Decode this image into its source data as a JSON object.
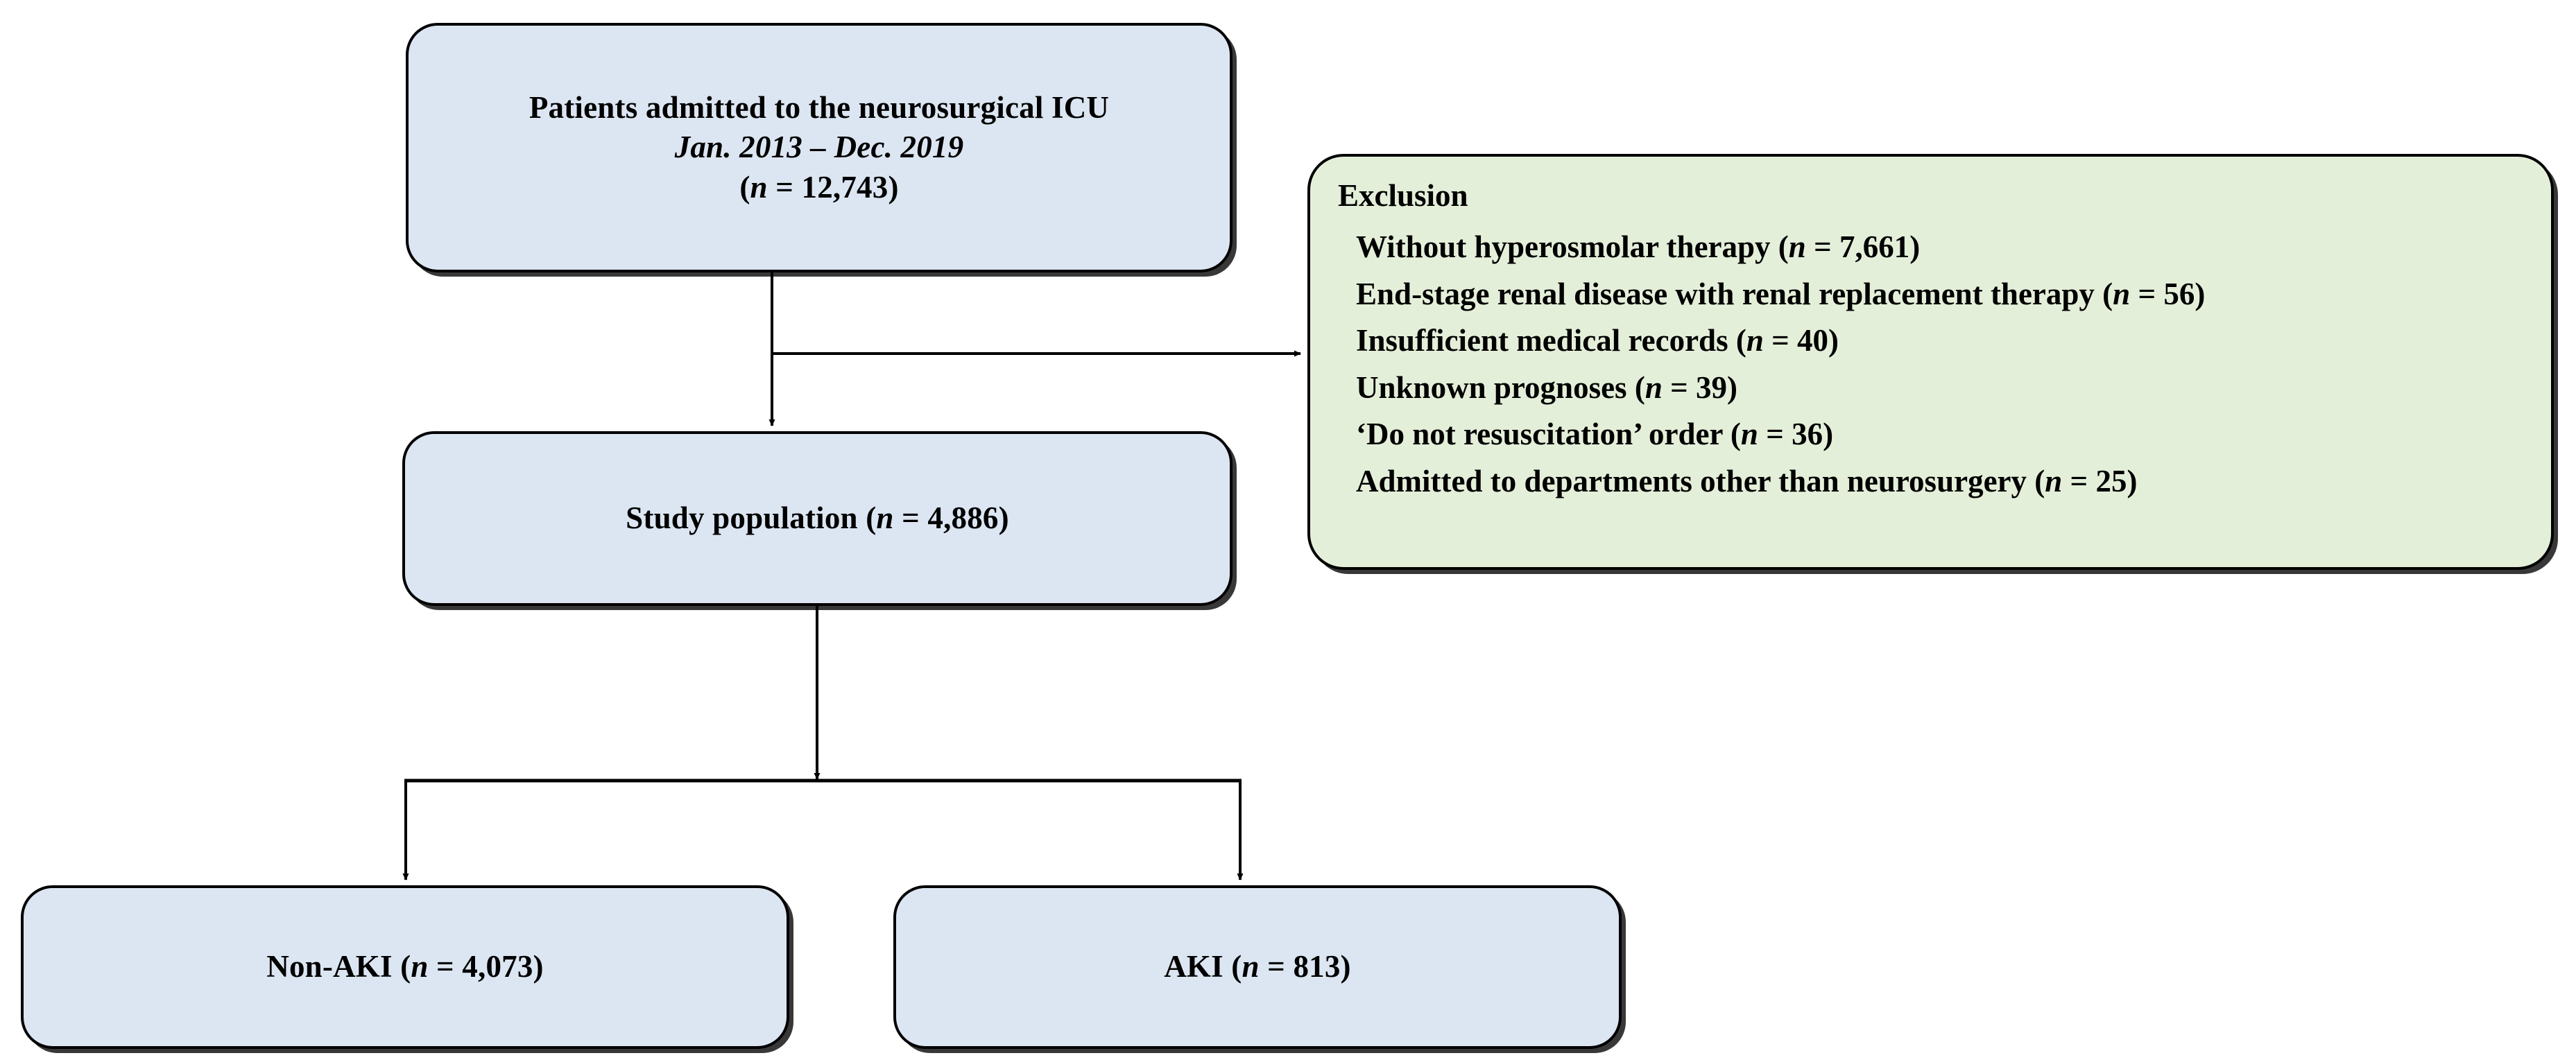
{
  "figure": {
    "type": "study-flow-diagram",
    "colors": {
      "node_fill_blue": "#dce6f2",
      "node_fill_green": "#e4efd9",
      "node_border": "#000000",
      "text": "#000000",
      "background": "#ffffff"
    }
  },
  "nodes": {
    "enrolled": {
      "line1": "Patients admitted to the neurosurgical ICU",
      "line2": "Jan. 2013 – Dec. 2019",
      "line3_prefix": "(",
      "line3_n": "n",
      "line3_value": " = 12,743)"
    },
    "study_population": {
      "label_prefix": "Study population (",
      "label_n": "n",
      "label_value": " = 4,886)"
    },
    "non_aki": {
      "label_prefix": "Non-AKI (",
      "label_n": "n",
      "label_value": " = 4,073)"
    },
    "aki": {
      "label_prefix": "AKI (",
      "label_n": "n",
      "label_value": " = 813)"
    }
  },
  "exclusion": {
    "title": "Exclusion",
    "items": [
      {
        "text": "Without hyperosmolar therapy (",
        "n": "n",
        "value": " = 7,661)"
      },
      {
        "text": "End-stage renal disease with renal replacement therapy  (",
        "n": "n",
        "value": " = 56)"
      },
      {
        "text": "Insufficient medical records (",
        "n": "n",
        "value": " = 40)"
      },
      {
        "text": "Unknown prognoses (",
        "n": "n",
        "value": " = 39)"
      },
      {
        "text": "‘Do not resuscitation’ order (",
        "n": "n",
        "value": " = 36)"
      },
      {
        "text": "Admitted to departments other than neurosurgery (",
        "n": "n",
        "value": " = 25)"
      }
    ]
  },
  "counts": {
    "admitted_total": 12743,
    "without_hyperosmolar_therapy": 7661,
    "esrd_with_rrt": 56,
    "insufficient_records": 40,
    "unknown_prognoses": 39,
    "dnr_order": 36,
    "other_departments": 25,
    "study_population": 4886,
    "non_aki": 4073,
    "aki": 813
  }
}
